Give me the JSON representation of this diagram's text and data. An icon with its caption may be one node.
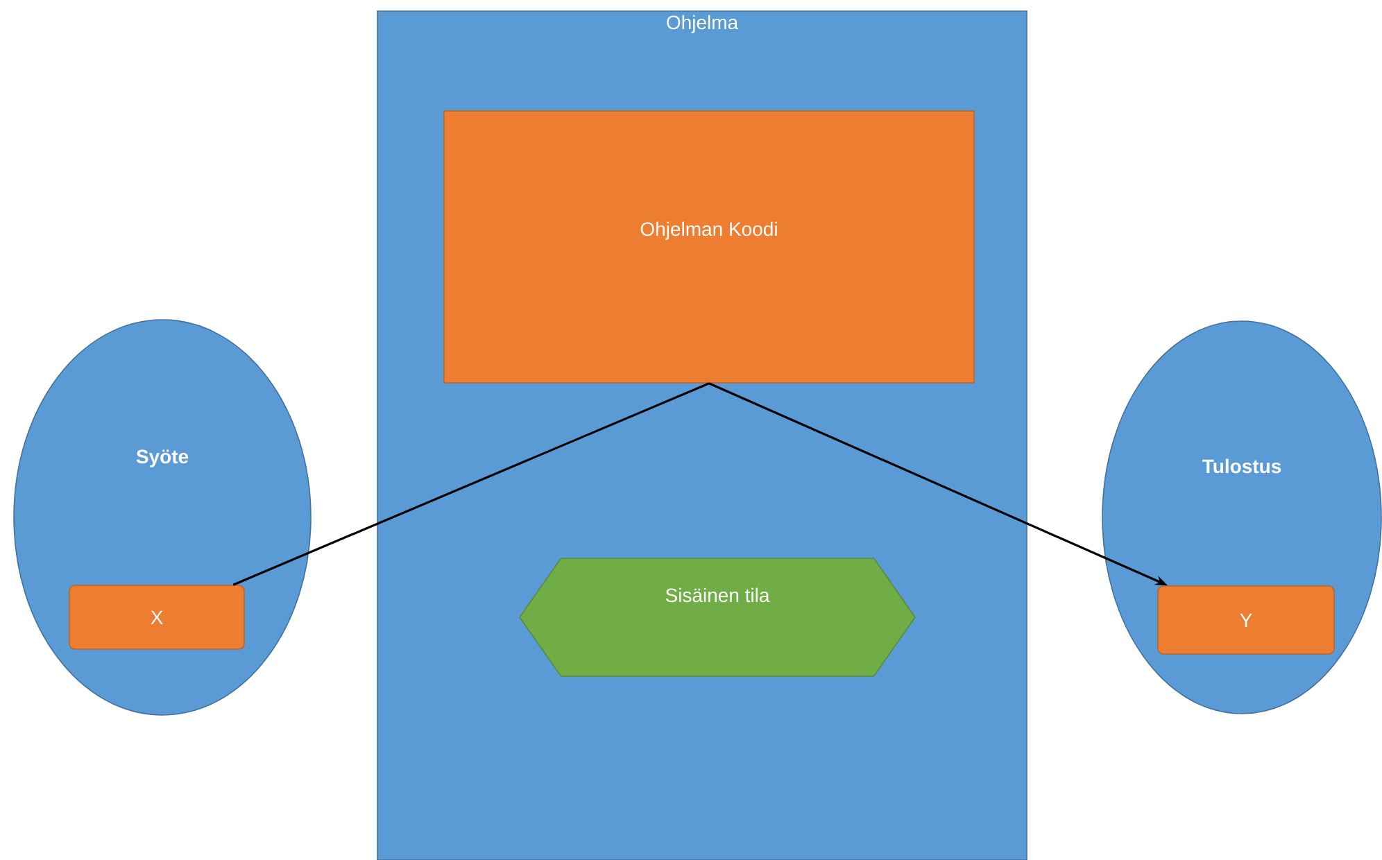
{
  "diagram": {
    "nodes": [
      {
        "text": [
          "Ohjelma"
        ]
      },
      {
        "text": [
          "Ohjelman Koodi"
        ],
        "in": 0
      },
      {
        "text": [
          "Sisäinen tila"
        ],
        "in": 0
      },
      {
        "text": [
          "Syöte"
        ]
      },
      {
        "text": [
          "X"
        ],
        "in": 3
      },
      {
        "text": [
          "Tulostus"
        ]
      },
      {
        "text": [
          "Y"
        ],
        "in": 5
      }
    ],
    "edges": [
      {
        "from": 4,
        "to": 1,
        "arrow": "none"
      },
      {
        "from": 1,
        "to": 6,
        "arrow": "to"
      }
    ]
  }
}
